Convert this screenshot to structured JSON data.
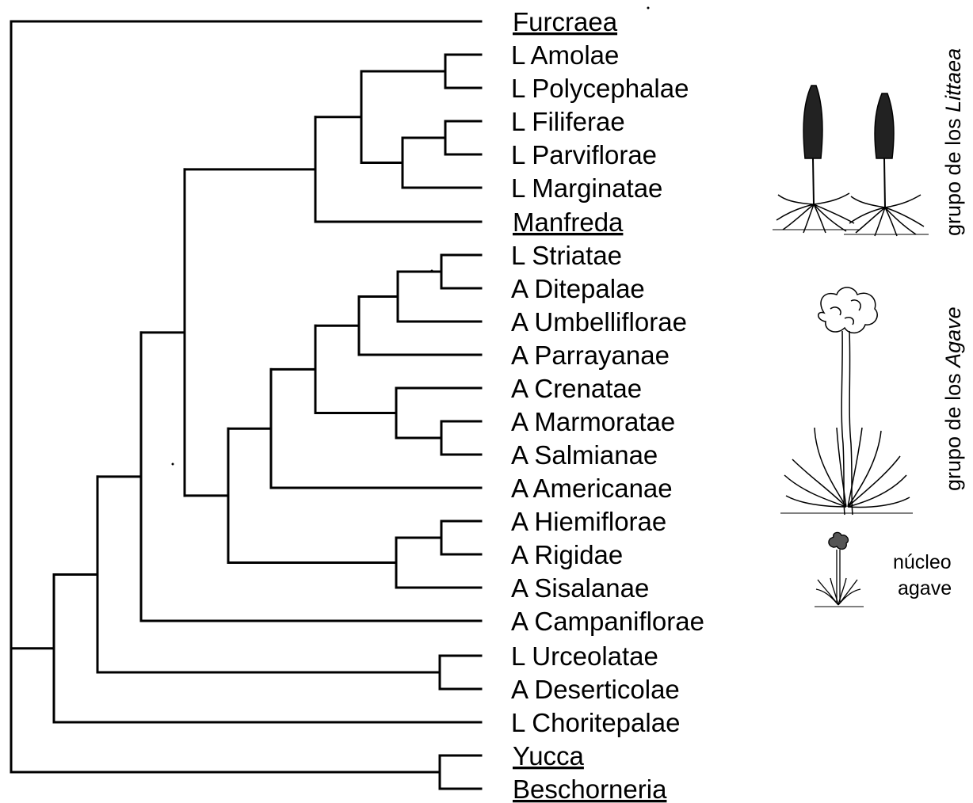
{
  "taxa": [
    {
      "rank": "",
      "name": "Furcraea",
      "genus": true
    },
    {
      "rank": "L",
      "name": "Amolae",
      "genus": false
    },
    {
      "rank": "L",
      "name": "Polycephalae",
      "genus": false
    },
    {
      "rank": "L",
      "name": "Filiferae",
      "genus": false
    },
    {
      "rank": "L",
      "name": "Parviflorae",
      "genus": false
    },
    {
      "rank": "L",
      "name": "Marginatae",
      "genus": false
    },
    {
      "rank": "",
      "name": "Manfreda",
      "genus": true
    },
    {
      "rank": "L",
      "name": "Striatae",
      "genus": false
    },
    {
      "rank": "A",
      "name": "Ditepalae",
      "genus": false
    },
    {
      "rank": "A",
      "name": "Umbelliflorae",
      "genus": false
    },
    {
      "rank": "A",
      "name": "Parrayanae",
      "genus": false
    },
    {
      "rank": "A",
      "name": "Crenatae",
      "genus": false
    },
    {
      "rank": "A",
      "name": "Marmoratae",
      "genus": false
    },
    {
      "rank": "A",
      "name": "Salmianae",
      "genus": false
    },
    {
      "rank": "A",
      "name": "Americanae",
      "genus": false
    },
    {
      "rank": "A",
      "name": "Hiemiflorae",
      "genus": false
    },
    {
      "rank": "A",
      "name": "Rigidae",
      "genus": false
    },
    {
      "rank": "A",
      "name": "Sisalanae",
      "genus": false
    },
    {
      "rank": "A",
      "name": "Campaniflorae",
      "genus": false
    },
    {
      "rank": "L",
      "name": "Urceolatae",
      "genus": false
    },
    {
      "rank": "A",
      "name": "Deserticolae",
      "genus": false
    },
    {
      "rank": "L",
      "name": "Choritepalae",
      "genus": false
    },
    {
      "rank": "",
      "name": "Yucca",
      "genus": true
    },
    {
      "rank": "",
      "name": "Beschorneria",
      "genus": true
    }
  ],
  "groups": {
    "littaea": {
      "prefix": "grupo de los ",
      "name": "Littaea"
    },
    "agave": {
      "prefix": "grupo de los ",
      "name": "Agave"
    },
    "nucleo": {
      "line1": "núcleo",
      "line2": "agave"
    }
  },
  "colors": {
    "ink": "#000000",
    "background": "#ffffff"
  },
  "icons": [
    "littaea-plant-illustration",
    "agave-plant-illustration",
    "small-agave-illustration"
  ]
}
